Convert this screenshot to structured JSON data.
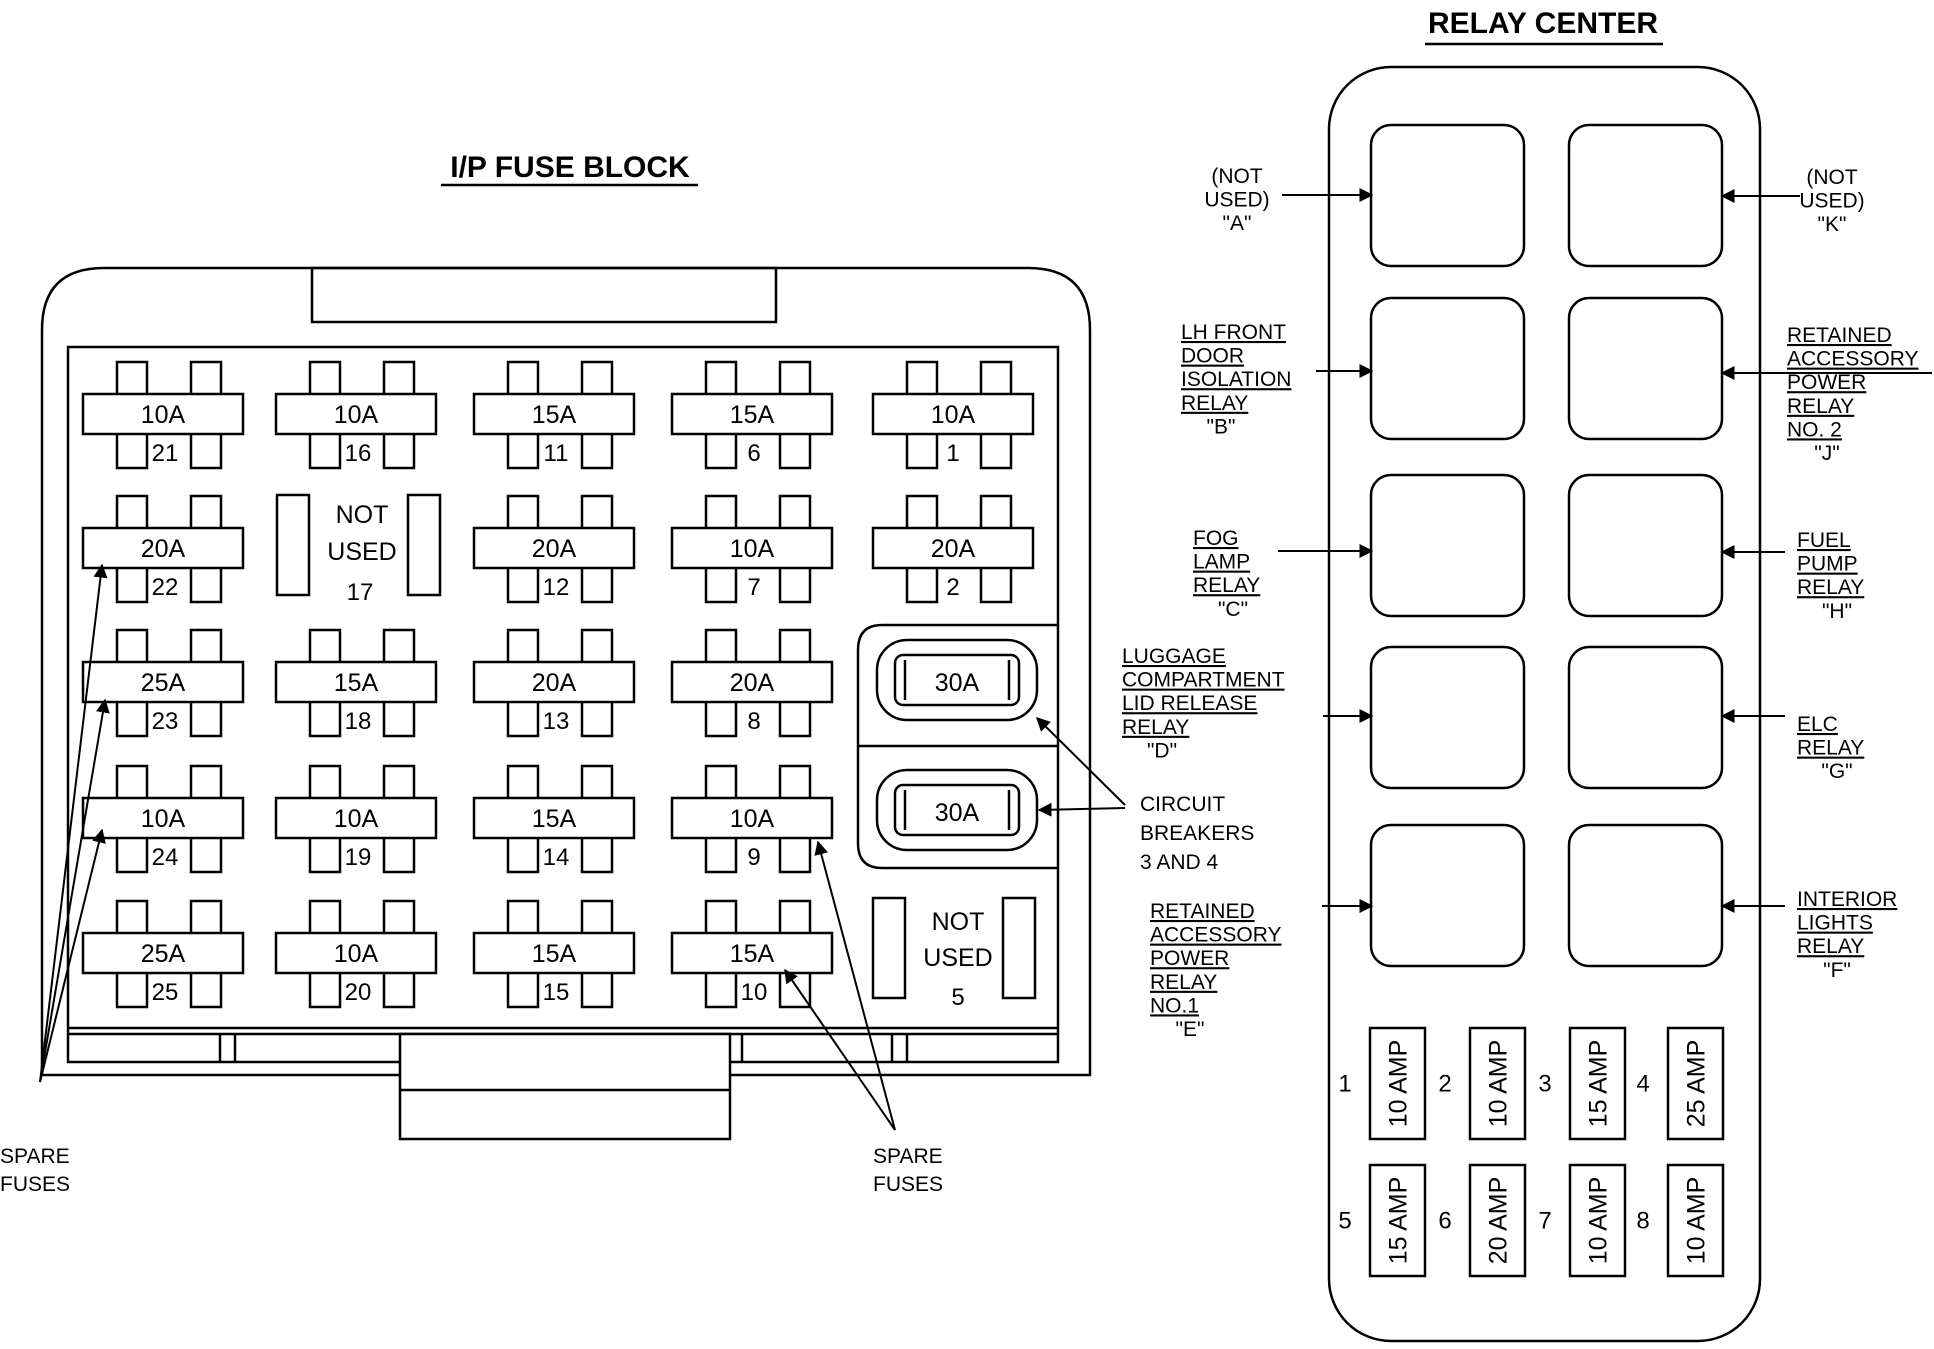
{
  "fuse_block": {
    "title": "I/P FUSE BLOCK",
    "fuses": [
      {
        "amp": "10A",
        "num": "21"
      },
      {
        "amp": "10A",
        "num": "16"
      },
      {
        "amp": "15A",
        "num": "11"
      },
      {
        "amp": "15A",
        "num": "6"
      },
      {
        "amp": "10A",
        "num": "1"
      },
      {
        "amp": "20A",
        "num": "22"
      },
      {
        "amp": "20A",
        "num": "12"
      },
      {
        "amp": "10A",
        "num": "7"
      },
      {
        "amp": "20A",
        "num": "2"
      },
      {
        "amp": "25A",
        "num": "23"
      },
      {
        "amp": "15A",
        "num": "18"
      },
      {
        "amp": "20A",
        "num": "13"
      },
      {
        "amp": "20A",
        "num": "8"
      },
      {
        "amp": "10A",
        "num": "24"
      },
      {
        "amp": "10A",
        "num": "19"
      },
      {
        "amp": "15A",
        "num": "14"
      },
      {
        "amp": "10A",
        "num": "9"
      },
      {
        "amp": "25A",
        "num": "25"
      },
      {
        "amp": "10A",
        "num": "20"
      },
      {
        "amp": "15A",
        "num": "15"
      },
      {
        "amp": "15A",
        "num": "10"
      }
    ],
    "not_used_17": {
      "line1": "NOT",
      "line2": "USED",
      "num": "17"
    },
    "not_used_5": {
      "line1": "NOT",
      "line2": "USED",
      "num": "5"
    },
    "breakers": [
      {
        "amp": "30A"
      },
      {
        "amp": "30A"
      }
    ],
    "breaker_label": [
      "CIRCUIT",
      "BREAKERS",
      "3 AND 4"
    ],
    "spare_left": [
      "SPARE",
      "FUSES"
    ],
    "spare_right": [
      "SPARE",
      "FUSES"
    ]
  },
  "relay_center": {
    "title": "RELAY CENTER",
    "left_labels": {
      "A": [
        "(NOT",
        "USED)",
        "\"A\""
      ],
      "B": [
        "LH FRONT",
        "DOOR",
        "ISOLATION",
        "RELAY",
        "\"B\""
      ],
      "C": [
        "FOG",
        "LAMP",
        "RELAY",
        "\"C\""
      ],
      "D": [
        "LUGGAGE",
        "COMPARTMENT",
        "LID RELEASE",
        "RELAY",
        "\"D\""
      ],
      "E": [
        "RETAINED",
        "ACCESSORY",
        "POWER",
        "RELAY",
        "NO.1",
        "\"E\""
      ]
    },
    "right_labels": {
      "K": [
        "(NOT",
        "USED)",
        "\"K\""
      ],
      "J": [
        "RETAINED",
        "ACCESSORY",
        "POWER",
        "RELAY",
        "NO. 2",
        "\"J\""
      ],
      "H": [
        "FUEL",
        "PUMP",
        "RELAY",
        "\"H\""
      ],
      "G": [
        "ELC",
        "RELAY",
        "\"G\""
      ],
      "F": [
        "INTERIOR",
        "LIGHTS",
        "RELAY",
        "\"F\""
      ]
    },
    "fuses": [
      {
        "num": "1",
        "amp": "10 AMP"
      },
      {
        "num": "2",
        "amp": "10 AMP"
      },
      {
        "num": "3",
        "amp": "15 AMP"
      },
      {
        "num": "4",
        "amp": "25 AMP"
      },
      {
        "num": "5",
        "amp": "15 AMP"
      },
      {
        "num": "6",
        "amp": "20 AMP"
      },
      {
        "num": "7",
        "amp": "10 AMP"
      },
      {
        "num": "8",
        "amp": "10 AMP"
      }
    ]
  }
}
